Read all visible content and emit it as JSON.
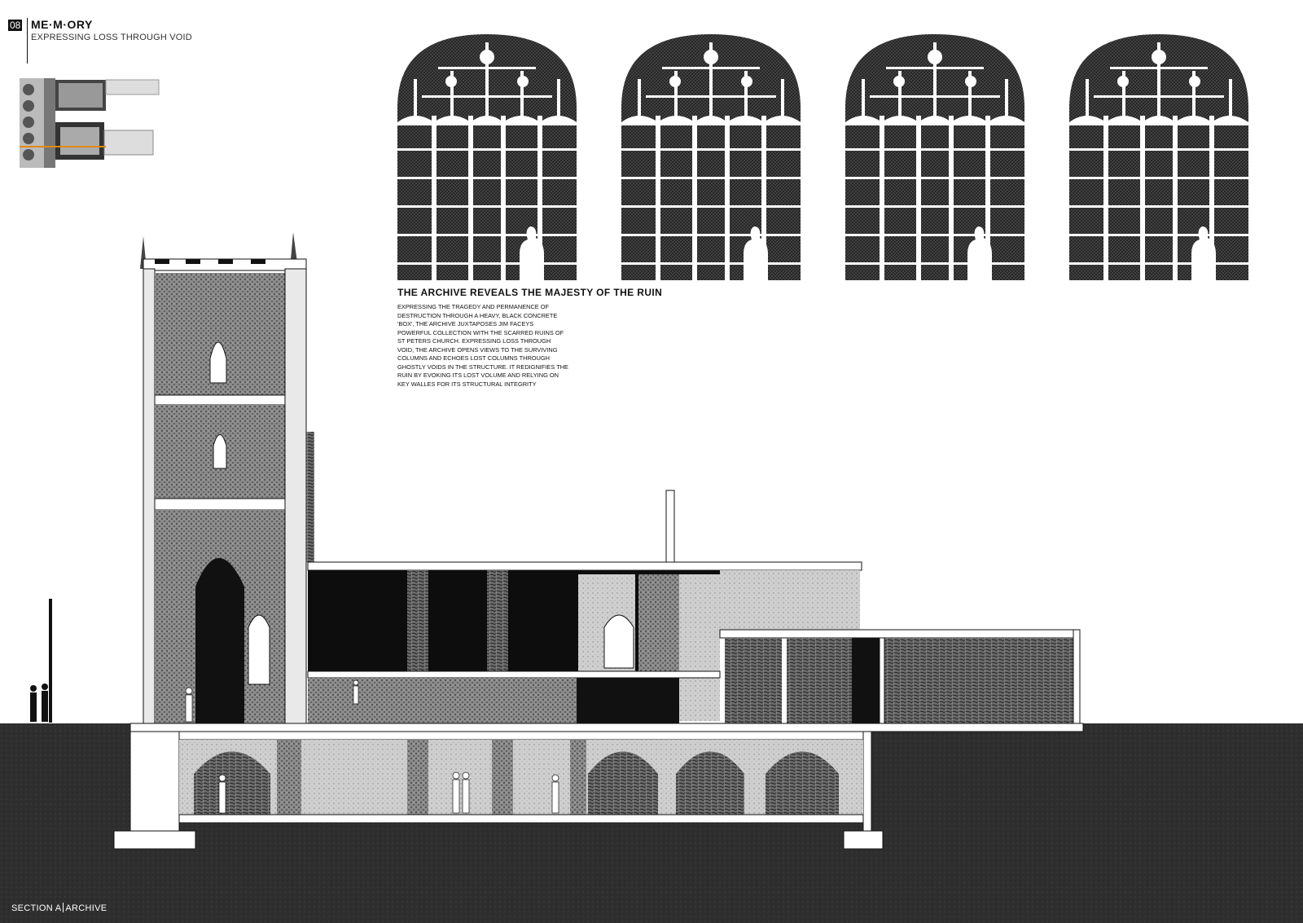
{
  "header": {
    "number": "08",
    "title": "ME·M·ORY",
    "subtitle": "EXPRESSING LOSS THROUGH VOID"
  },
  "content": {
    "heading": "THE ARCHIVE REVEALS THE MAJESTY OF THE RUIN",
    "body": "EXPRESSING THE TRAGEDY AND PERMANENCE OF DESTRUCTION THROUGH A HEAVY, BLACK CONCRETE 'BOX', THE ARCHIVE JUXTAPOSES JIM FACEYS POWERFUL COLLECTION WITH THE SCARRED RUINS OF ST PETERS CHURCH. EXPRESSING LOSS THROUGH VOID, THE ARCHIVE OPENS VIEWS TO THE SURVIVING COLUMNS AND ECHOES LOST COLUMNS THROUGH GHOSTLY VOIDS IN THE STRUCTURE. IT REDIGNIFIES THE RUIN BY EVOKING ITS LOST VOLUME AND RELYING ON KEY WALLES FOR ITS STRUCTURAL INTEGRITY"
  },
  "footer": {
    "left": "SECTION A",
    "right": "ARCHIVE"
  },
  "colors": {
    "ink": "#111111",
    "ground": "#2b2b2b",
    "wall_fill": "#d9d9d9",
    "paper": "#ffffff"
  },
  "icons": {
    "windows": "gothic-window-elevation",
    "keyplan": "site-key-plan",
    "section": "building-section-drawing"
  }
}
